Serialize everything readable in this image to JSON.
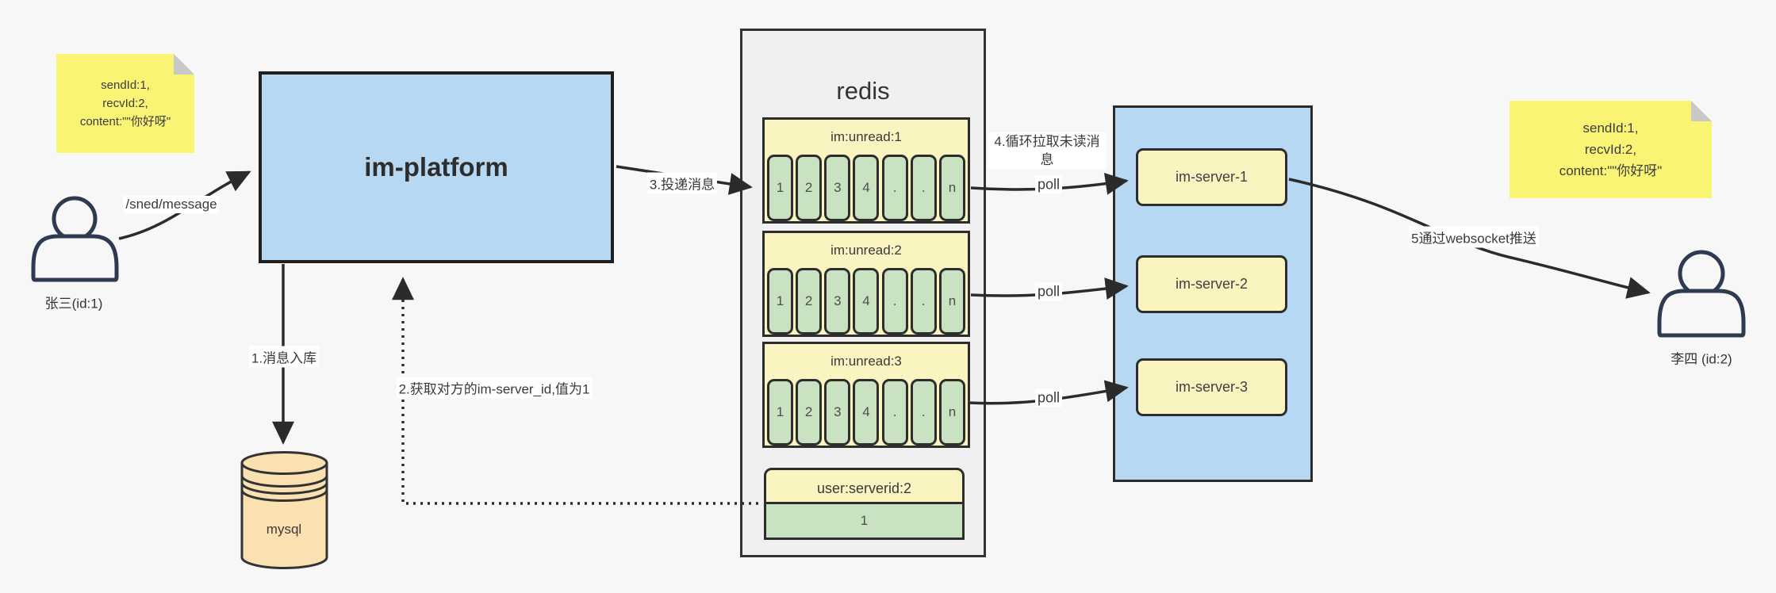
{
  "colors": {
    "background": "#f7f7f7",
    "note_yellow": "#faf475",
    "box_yellow": "#faf4c1",
    "cell_green": "#c9e2c2",
    "blue": "#b6d8f2",
    "panel_gray": "#f0f0f0",
    "db_orange": "#fbe0b2",
    "border_dark": "#2b2b2b"
  },
  "notes": {
    "left": {
      "lines": [
        "sendId:1,",
        "recvId:2,",
        "content:\"\"你好呀\""
      ]
    },
    "right": {
      "lines": [
        "sendId:1,",
        "recvId:2,",
        "content:\"\"你好呀\""
      ]
    }
  },
  "actors": {
    "sender": {
      "label": "张三(id:1)"
    },
    "receiver": {
      "label": "李四 (id:2)"
    }
  },
  "platform": {
    "label": "im-platform"
  },
  "database": {
    "label": "mysql"
  },
  "redis": {
    "title": "redis",
    "queues": [
      {
        "name": "im:unread:1",
        "cells": [
          "1",
          "2",
          "3",
          "4",
          ".",
          ".",
          "n"
        ]
      },
      {
        "name": "im:unread:2",
        "cells": [
          "1",
          "2",
          "3",
          "4",
          ".",
          ".",
          "n"
        ]
      },
      {
        "name": "im:unread:3",
        "cells": [
          "1",
          "2",
          "3",
          "4",
          ".",
          ".",
          "n"
        ]
      }
    ],
    "kv": {
      "key": "user:serverid:2",
      "value": "1"
    }
  },
  "servers": {
    "items": [
      {
        "label": "im-server-1"
      },
      {
        "label": "im-server-2"
      },
      {
        "label": "im-server-3"
      }
    ]
  },
  "edges": {
    "send": "/sned/message",
    "step1": "1.消息入库",
    "step2": "2.获取对方的im-server_id,值为1",
    "step3": "3.投递消息",
    "step4": "4.循环拉取未读消息",
    "poll": "poll",
    "step5": "5通过websocket推送"
  }
}
